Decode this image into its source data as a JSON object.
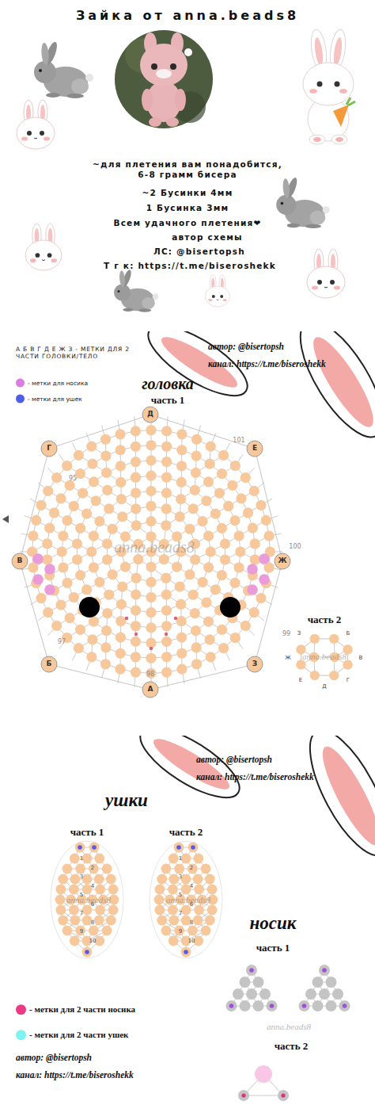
{
  "diagram": {
    "title": "Зайка от anna.beads8",
    "nodes": [
      {
        "text": [
          "Д"
        ]
      },
      {
        "text": [
          "Г"
        ]
      },
      {
        "text": [
          "Е"
        ]
      },
      {
        "text": [
          "В"
        ]
      },
      {
        "text": [
          "Ж"
        ]
      },
      {
        "text": [
          "Б"
        ]
      },
      {
        "text": [
          "З"
        ]
      },
      {
        "text": [
          "А"
        ]
      }
    ],
    "labels": [
      "~для плетения вам понадобится, 6-8 грамм бисера",
      "~2 Бусинки 4мм",
      "1 Бусинка 3мм",
      "Всем удачного плетения❤",
      "автор схемы",
      "ЛС: @bisertopsh",
      "Т г к: https://t.me/biseroshekk",
      "автор: @bisertopsh",
      "канал: https://t.me/biseroshekk",
      "А Б В Г Д Е Ж З - МЕТКИ ДЛЯ 2 ЧАСТИ ГОЛОВКИ/ТЕЛО",
      "головка",
      "часть 1",
      "95",
      "101",
      "100",
      "99",
      "98",
      "97",
      "anna.beads8",
      "часть 2",
      "З",
      "Б",
      "Ж",
      "В",
      "Е",
      "Д",
      "Г",
      "anna.beads8",
      "автор: @bisertopsh",
      "канал: https://t.me/biseroshekk",
      "ушки",
      "часть 1",
      "часть 2",
      "1",
      "2",
      "3",
      "4",
      "5",
      "6",
      "7",
      "8",
      "9",
      "10",
      "1",
      "2",
      "3",
      "4",
      "5",
      "6",
      "7",
      "8",
      "9",
      "10",
      "anna.beads8",
      "anna.beads8",
      "носик",
      "часть 1",
      "anna.beads8",
      "часть 2",
      "автор: @bisertopsh",
      "канал: https://t.me/biseroshekk"
    ],
    "legend": [
      {
        "text": "- метки для носика",
        "color": "#dc7ce0"
      },
      {
        "text": "- метки для ушек",
        "color": "#4f5fe3"
      },
      {
        "text": "- метки для 2 части носика",
        "color": "#ec3a85"
      },
      {
        "text": "- метки для 2 части ушек",
        "color": "#7ef3f1"
      }
    ]
  }
}
